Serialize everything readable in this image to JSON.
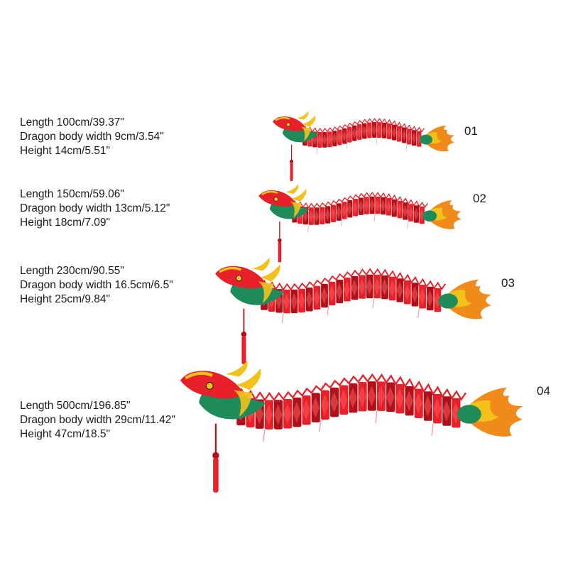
{
  "products": [
    {
      "number": "01",
      "length": "Length 100cm/39.37\"",
      "body_width": "Dragon body width 9cm/3.54\"",
      "height": "Height 14cm/5.51\""
    },
    {
      "number": "02",
      "length": "Length 150cm/59.06\"",
      "body_width": "Dragon body width 13cm/5.12\"",
      "height": "Height 18cm/7.09\""
    },
    {
      "number": "03",
      "length": "Length 230cm/90.55\"",
      "body_width": "Dragon body width 16.5cm/6.5\"",
      "height": "Height 25cm/9.84\""
    },
    {
      "number": "04",
      "length": "Length 500cm/196.85\"",
      "body_width": "Dragon body width 29cm/11.42\"",
      "height": "Height 47cm/18.5\""
    }
  ],
  "colors": {
    "body_red": "#e8202a",
    "dark_red": "#b0101a",
    "green": "#1f8a5a",
    "yellow": "#f2c21b",
    "orange": "#f08a1a"
  },
  "icons": [
    "paper-dragon-garland",
    "red-tassel"
  ]
}
